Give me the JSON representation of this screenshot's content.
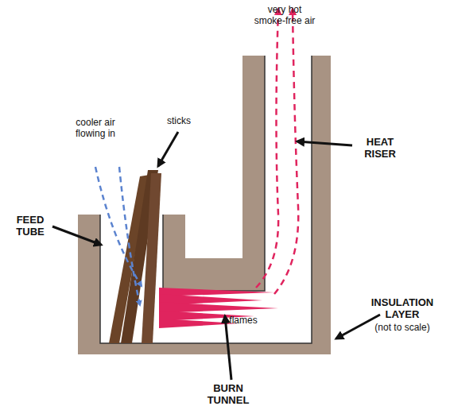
{
  "diagram": {
    "labels": [
      "very hot smoke-free air",
      "cooler air flowing in",
      "sticks",
      "FEED TUBE",
      "HEAT RISER",
      "INSULATION LAYER",
      "(not to scale)",
      "flames",
      "BURN TUNNEL"
    ]
  }
}
